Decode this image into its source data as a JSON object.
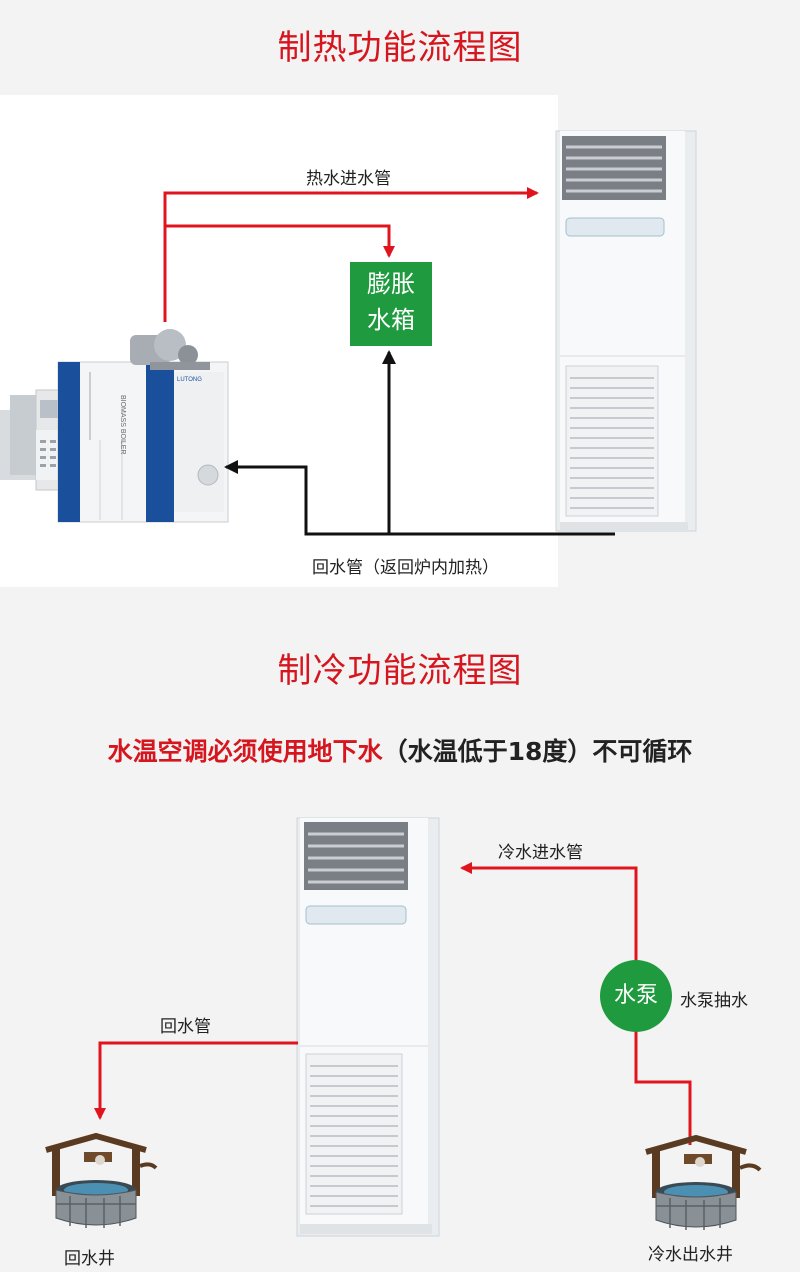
{
  "heating": {
    "title": "制热功能流程图",
    "supply_pipe": "热水进水管",
    "tank_line1": "膨胀",
    "tank_line2": "水箱",
    "return_pipe": "回水管（返回炉内加热）",
    "boiler_brand": "LUTONG",
    "boiler_text": "BIOMASS BOILER"
  },
  "cooling": {
    "title": "制冷功能流程图",
    "notice_red": "水温空调必须使用地下水",
    "notice_black": "（水温低于18度）不可循环",
    "supply_pipe": "冷水进水管",
    "pump": "水泵",
    "pump_label": "水泵抽水",
    "return_pipe": "回水管",
    "return_well": "回水井",
    "source_well": "冷水出水井"
  },
  "colors": {
    "accent_red": "#d6161e",
    "pipe_red": "#e0141c",
    "pipe_black": "#111111",
    "tank_green": "#1f9a3e",
    "boiler_blue": "#1a4f9c"
  }
}
